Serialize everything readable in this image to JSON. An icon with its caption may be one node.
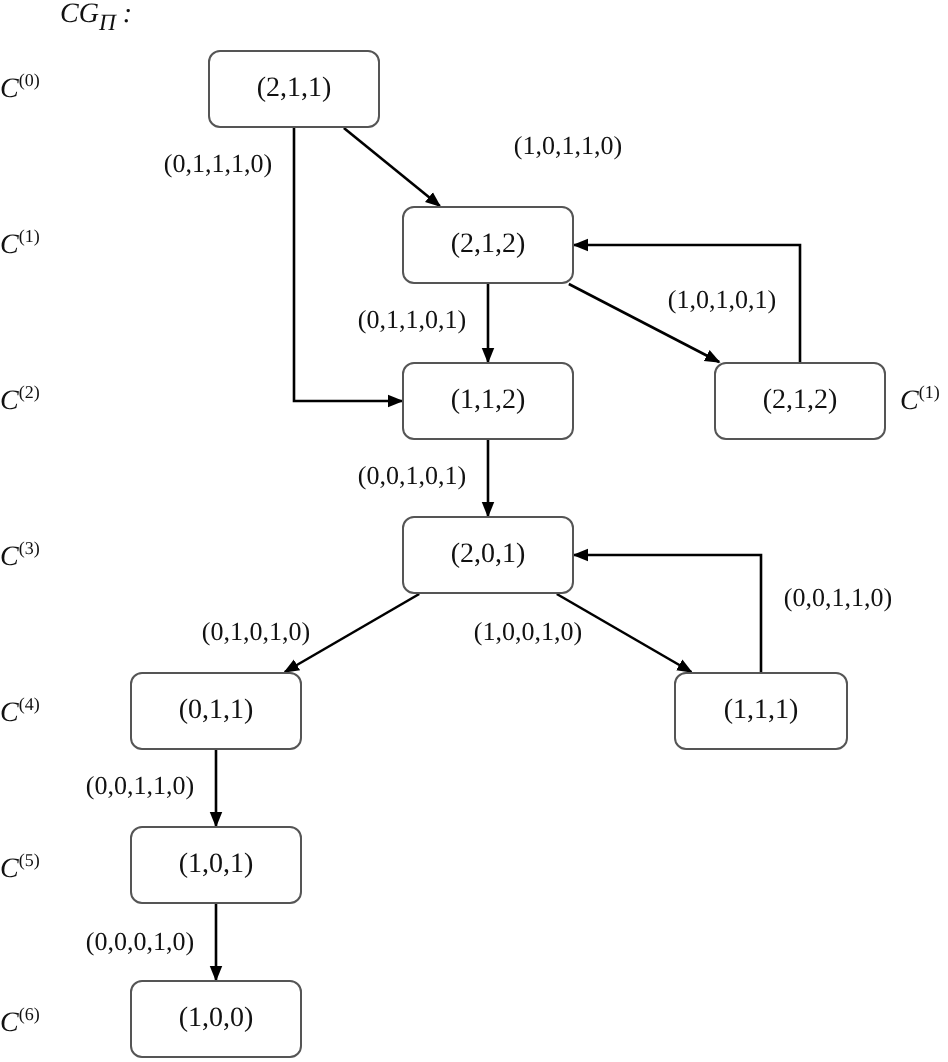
{
  "diagram": {
    "title": "CG$_{Π}$ :",
    "nodes": [
      {
        "text": [
          "(2,1,1)"
        ]
      },
      {
        "text": [
          "(2,1,2)"
        ]
      },
      {
        "text": [
          "(1,1,2)"
        ]
      },
      {
        "text": [
          "(2,1,2)"
        ],
        "beside": [
          "C$^{(1)}$"
        ]
      },
      {
        "text": [
          "(2,0,1)"
        ]
      },
      {
        "text": [
          "(0,1,1)"
        ]
      },
      {
        "text": [
          "(1,1,1)"
        ]
      },
      {
        "text": [
          "(1,0,1)"
        ]
      },
      {
        "text": [
          "(1,0,0)"
        ]
      }
    ],
    "edges": [
      {
        "from": 0,
        "to": 1,
        "arrow": "to",
        "label": "(1,0,1,1,0)"
      },
      {
        "from": 0,
        "to": 2,
        "arrow": "to",
        "label": "(0,1,1,1,0)"
      },
      {
        "from": 1,
        "to": 2,
        "arrow": "to",
        "label": "(0,1,1,0,1)"
      },
      {
        "from": 1,
        "to": 3,
        "arrow": "to",
        "label": "(1,0,1,0,1)"
      },
      {
        "from": 3,
        "to": 1,
        "arrow": "to"
      },
      {
        "from": 2,
        "to": 4,
        "arrow": "to",
        "label": "(0,0,1,0,1)"
      },
      {
        "from": 4,
        "to": 5,
        "arrow": "to",
        "label": "(0,1,0,1,0)"
      },
      {
        "from": 4,
        "to": 6,
        "arrow": "to",
        "label": "(1,0,0,1,0)"
      },
      {
        "from": 6,
        "to": 4,
        "arrow": "to",
        "label": "(0,0,1,1,0)"
      },
      {
        "from": 5,
        "to": 7,
        "arrow": "to",
        "label": "(0,0,1,1,0)"
      },
      {
        "from": 7,
        "to": 8,
        "arrow": "to",
        "label": "(0,0,0,1,0)"
      }
    ],
    "labels": [
      "C$^{(0)}$",
      "C$^{(1)}$",
      "C$^{(2)}$",
      "C$^{(3)}$",
      "C$^{(4)}$",
      "C$^{(5)}$",
      "C$^{(6)}$"
    ]
  }
}
